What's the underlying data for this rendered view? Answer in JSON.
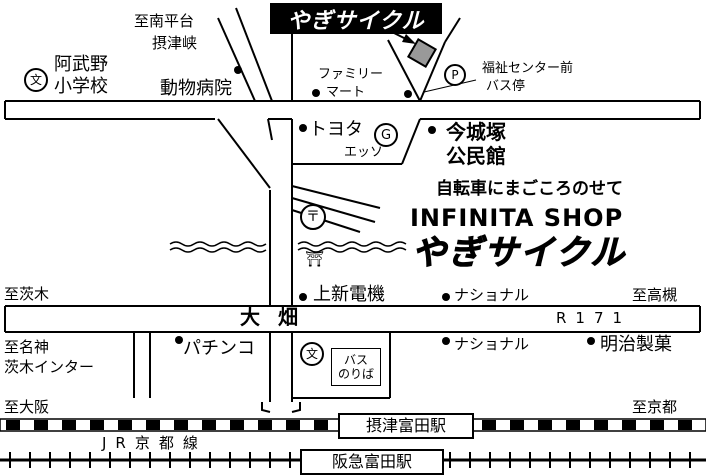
{
  "shop": {
    "logo_top": "やぎサイクル",
    "logo_main": "やぎサイクル",
    "slogan": "自転車にまごころのせて",
    "name_en": "INFINITA SHOP"
  },
  "directions": {
    "minami_hiradai": "至南平台",
    "settsukyo": "摂津峡",
    "ibaraki": "至茨木",
    "takatsuki": "至高槻",
    "meishin_1": "至名神",
    "meishin_2": "茨木インター",
    "osaka": "至大阪",
    "kyoto": "至京都"
  },
  "places": {
    "school_1": "阿武野",
    "school_2": "小学校",
    "school_icon": "文",
    "animal_hospital": "動物病院",
    "familymart_1": "ファミリー",
    "familymart_2": "マート",
    "parking_icon": "P",
    "welfare_bus_1": "福祉センター前",
    "welfare_bus_2": "バス停",
    "toyota": "トヨタ",
    "gas_icon": "G",
    "esso": "エッソ",
    "hall_1": "今城塚",
    "hall_2": "公民館",
    "post_icon": "〒",
    "shrine_icon": "⛩",
    "kamishin_denki": "上新電機",
    "national_1": "ナショナル",
    "national_2": "ナショナル",
    "pachinko": "パチンコ",
    "school2_icon": "文",
    "bus_1": "バス",
    "bus_2": "のりば",
    "meiji": "明治製菓"
  },
  "roads": {
    "ohata": "大畑",
    "route": "R171"
  },
  "railways": {
    "jr_line": "JR京都線",
    "station_jr": "摂津富田駅",
    "station_hankyu": "阪急富田駅"
  },
  "colors": {
    "shop_marker": "#999999",
    "ink": "#000000"
  }
}
